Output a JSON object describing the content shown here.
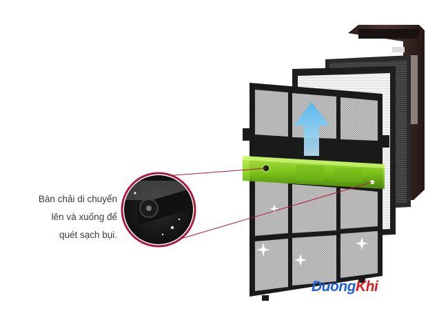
{
  "caption": {
    "line1": "Bàn chải di chuyển",
    "line2": "lên và xuống để",
    "line3": "quét sạch bụi."
  },
  "watermark": {
    "part1": "Duong",
    "part2": "Khi"
  },
  "colors": {
    "magnifier_ring": "#b0173d",
    "brush_bar": "#86d21a",
    "arrow": "#3aa9e6",
    "purifier_body": "#3a2a26",
    "watermark_blue": "#1f5fd8",
    "watermark_red": "#e01b1b"
  },
  "icons": [
    "up-arrow-icon",
    "magnifier-icon"
  ]
}
